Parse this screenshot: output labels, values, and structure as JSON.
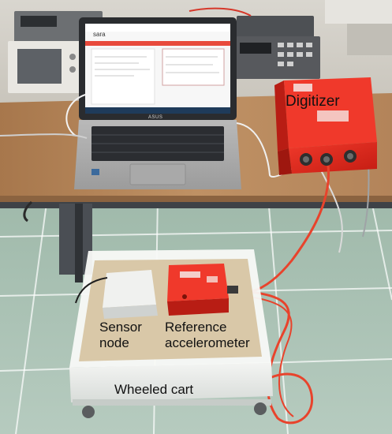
{
  "labels": {
    "digitizer": "Digitizer",
    "sensor_node": [
      "Sensor",
      "node"
    ],
    "reference_accelerometer": [
      "Reference",
      "accelerometer"
    ],
    "wheeled_cart": "Wheeled cart"
  },
  "screen": {
    "app_title": "sara"
  },
  "laptop": {
    "brand": "ASUS"
  },
  "colors": {
    "enclosure_red": "#e2261b",
    "cable_red": "#e8432c",
    "floor_tile": "#aac3b5",
    "desk_wood": "#b8875a",
    "cart_white": "#eef0ee"
  }
}
